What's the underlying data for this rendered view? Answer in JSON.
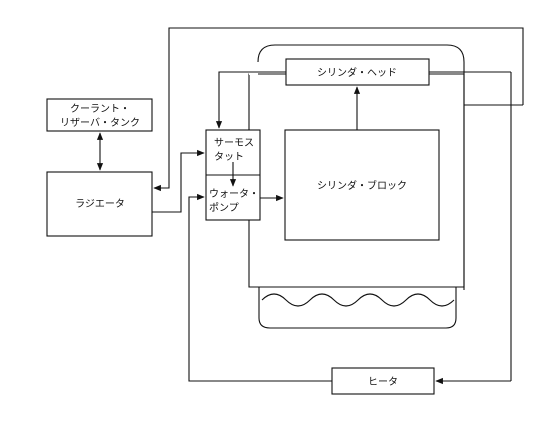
{
  "diagram": {
    "line_color": "#111111",
    "background": "#ffffff",
    "labels": {
      "coolant_reservoir_line1": "クーラント・",
      "coolant_reservoir_line2": "リザーバ・タンク",
      "radiator": "ラジエータ",
      "thermostat_line1": "サーモス",
      "thermostat_line2": "タット",
      "water_pump_line1": "ウォータ・",
      "water_pump_line2": "ポンプ",
      "cylinder_head": "シリンダ・ヘッド",
      "cylinder_block": "シリンダ・ブロック",
      "heater": "ヒータ"
    }
  }
}
